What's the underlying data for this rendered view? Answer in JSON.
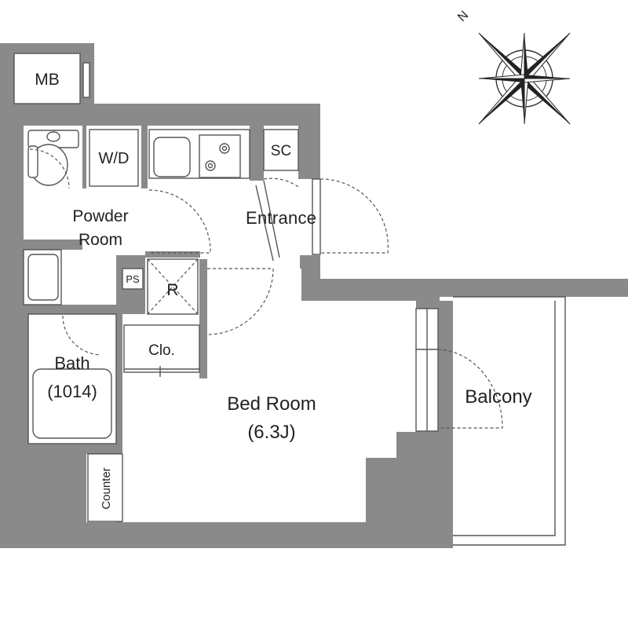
{
  "compass": {
    "north_letter": "N"
  },
  "rooms": {
    "mb": "MB",
    "wd": "W/D",
    "sc": "SC",
    "entrance": "Entrance",
    "powder_line1": "Powder",
    "powder_line2": "Room",
    "ps": "PS",
    "r": "R",
    "clo": "Clo.",
    "bath": "Bath",
    "bath_size": "(1014)",
    "bedroom": "Bed Room",
    "bedroom_size": "(6.3J)",
    "balcony": "Balcony",
    "counter": "Counter"
  }
}
